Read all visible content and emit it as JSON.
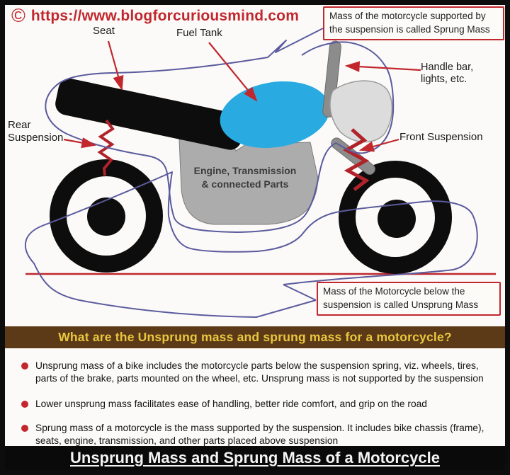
{
  "header": {
    "copyright_symbol": "©",
    "url": "https://www.blogforcuriousmind.com"
  },
  "callouts": {
    "sprung": "Mass of the motorcycle supported by the suspension is called Sprung Mass",
    "unsprung": "Mass of the Motorcycle below the suspension is called Unsprung Mass"
  },
  "labels": {
    "seat": "Seat",
    "fuel_tank": "Fuel Tank",
    "rear_suspension": "Rear\nSuspension",
    "handlebar": "Handle bar,\nlights, etc.",
    "front_suspension": "Front Suspension",
    "engine": "Engine, Transmission\n& connected Parts"
  },
  "question_banner": "What are the Unsprung mass and sprung mass for a motorcycle?",
  "bullets": [
    "Unsprung mass of a bike includes the motorcycle parts below the suspension spring, viz. wheels, tires, parts of the brake, parts mounted on the wheel, etc. Unsprung mass is not supported by the suspension",
    "Lower unsprung mass facilitates ease of handling, better ride comfort, and grip on the road",
    "Sprung mass of a motorcycle is the mass supported by the suspension. It includes bike chassis (frame), seats, engine, transmission, and other parts placed above suspension"
  ],
  "footer_title": "Unsprung Mass and Sprung Mass of a Motorcycle",
  "colors": {
    "accent_red": "#c1272d",
    "outline_blue": "#5b5b9e",
    "fuel_tank_cyan": "#29abe2",
    "engine_gray": "#acacac",
    "banner_brown": "#5c3a18",
    "banner_yellow": "#e8c73f",
    "frame_black": "#0d0d0d"
  }
}
